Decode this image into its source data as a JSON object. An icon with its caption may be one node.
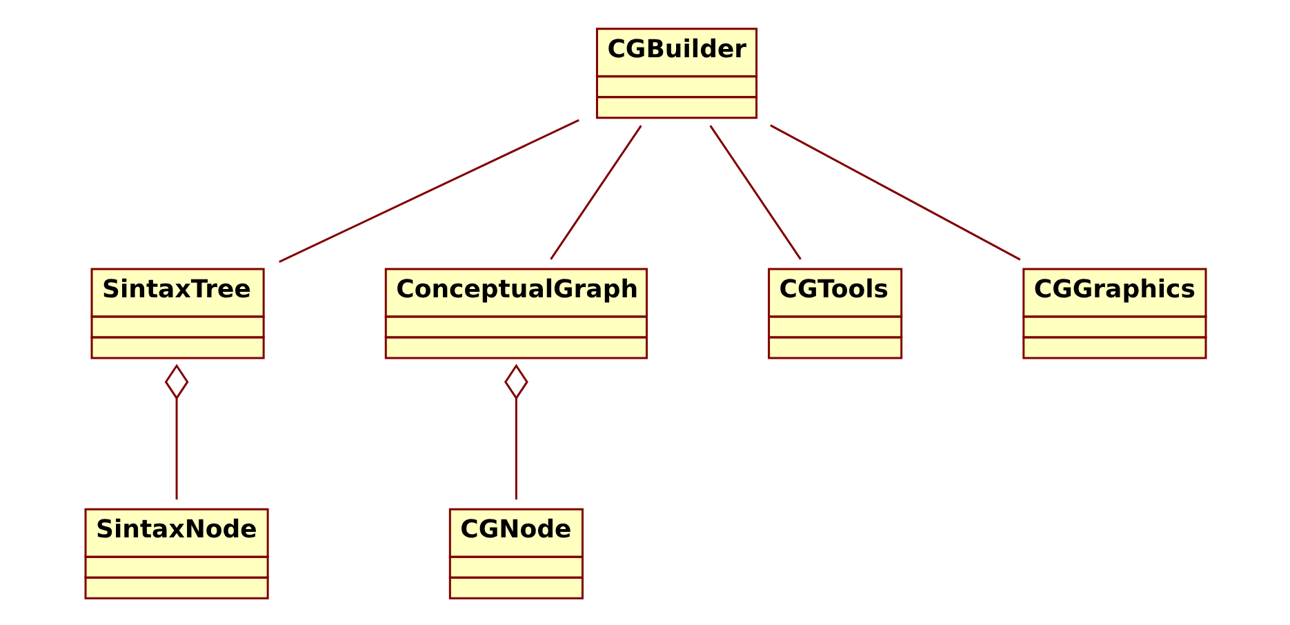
{
  "diagram": {
    "nodes": [
      {
        "text": [
          "CGBuilder"
        ]
      },
      {
        "text": [
          "SintaxTree"
        ]
      },
      {
        "text": [
          "ConceptualGraph"
        ]
      },
      {
        "text": [
          "SintaxNode"
        ]
      },
      {
        "text": [
          "CGTools"
        ]
      },
      {
        "text": [
          "CGGraphics"
        ]
      },
      {
        "text": [
          "CGNode"
        ]
      }
    ],
    "edges": [
      {
        "from": 0,
        "to": 1,
        "arrow": "none"
      },
      {
        "from": 0,
        "to": 2,
        "arrow": "none"
      },
      {
        "from": 0,
        "to": 4,
        "arrow": "none"
      },
      {
        "from": 0,
        "to": 5,
        "arrow": "none"
      },
      {
        "from": 1,
        "to": 3,
        "arrow": "other"
      },
      {
        "from": 2,
        "to": 6,
        "arrow": "other"
      }
    ]
  }
}
